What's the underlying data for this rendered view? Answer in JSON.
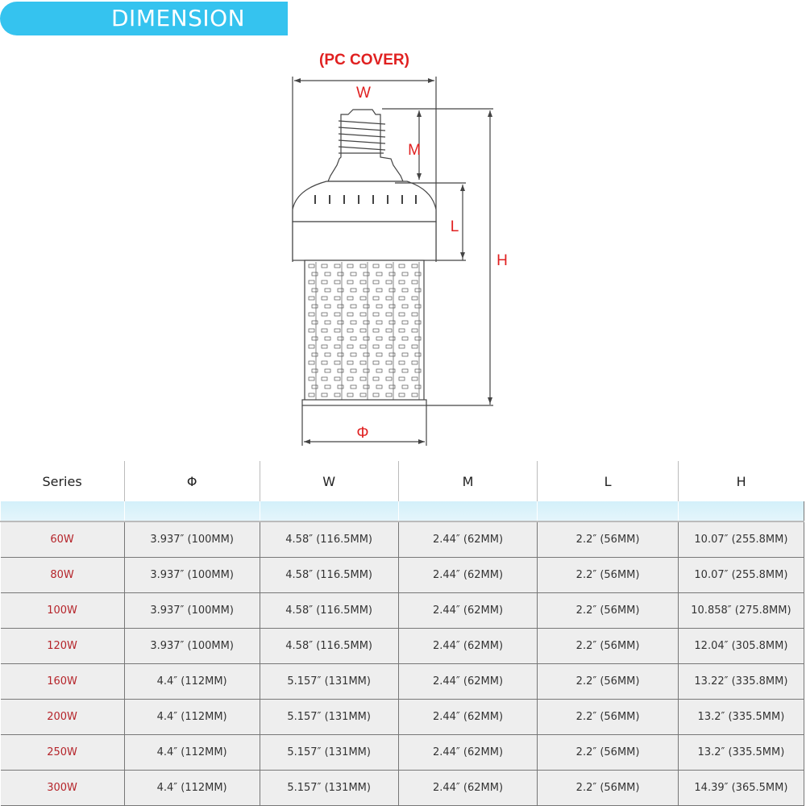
{
  "banner": {
    "title": "DIMENSION"
  },
  "diagram": {
    "cover_label": "(PC COVER)",
    "labels": {
      "w": "W",
      "m": "M",
      "l": "L",
      "h": "H",
      "phi": "Φ"
    },
    "label_color": "#e02020"
  },
  "table": {
    "headers": [
      "Series",
      "Φ",
      "W",
      "M",
      "L",
      "H"
    ],
    "rows": [
      [
        "60W",
        "3.937″ (100MM)",
        "4.58″ (116.5MM)",
        "2.44″ (62MM)",
        "2.2″ (56MM)",
        "10.07″ (255.8MM)"
      ],
      [
        "80W",
        "3.937″ (100MM)",
        "4.58″ (116.5MM)",
        "2.44″ (62MM)",
        "2.2″ (56MM)",
        "10.07″ (255.8MM)"
      ],
      [
        "100W",
        "3.937″ (100MM)",
        "4.58″ (116.5MM)",
        "2.44″ (62MM)",
        "2.2″ (56MM)",
        "10.858″ (275.8MM)"
      ],
      [
        "120W",
        "3.937″ (100MM)",
        "4.58″ (116.5MM)",
        "2.44″ (62MM)",
        "2.2″ (56MM)",
        "12.04″ (305.8MM)"
      ],
      [
        "160W",
        "4.4″ (112MM)",
        "5.157″ (131MM)",
        "2.44″ (62MM)",
        "2.2″ (56MM)",
        "13.22″ (335.8MM)"
      ],
      [
        "200W",
        "4.4″ (112MM)",
        "5.157″ (131MM)",
        "2.44″ (62MM)",
        "2.2″ (56MM)",
        "13.2″ (335.5MM)"
      ],
      [
        "250W",
        "4.4″ (112MM)",
        "5.157″ (131MM)",
        "2.44″ (62MM)",
        "2.2″ (56MM)",
        "13.2″ (335.5MM)"
      ],
      [
        "300W",
        "4.4″ (112MM)",
        "5.157″ (131MM)",
        "2.44″ (62MM)",
        "2.2″ (56MM)",
        "14.39″ (365.5MM)"
      ]
    ]
  }
}
